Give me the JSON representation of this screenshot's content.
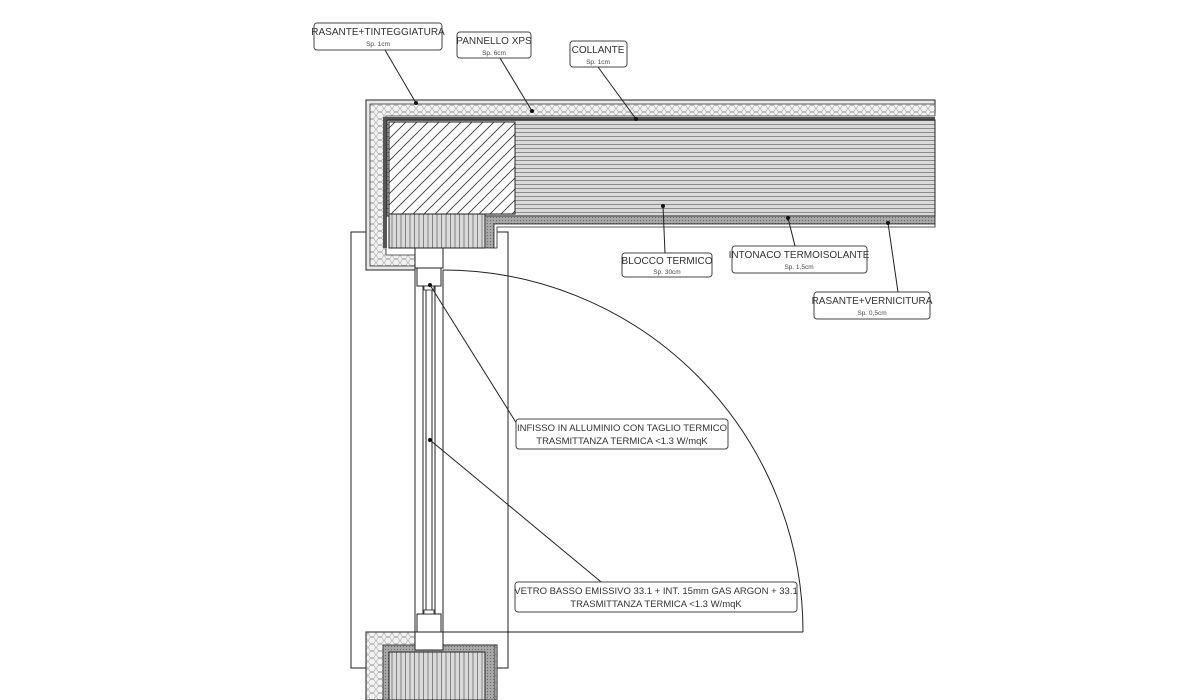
{
  "labels": {
    "rasante_tinteggiatura": {
      "title": "RASANTE+TINTEGGIATURA",
      "sub": "Sp. 1cm"
    },
    "pannello_xps": {
      "title": "PANNELLO XPS",
      "sub": "Sp. 6cm"
    },
    "collante": {
      "title": "COLLANTE",
      "sub": "Sp. 1cm"
    },
    "blocco_termico": {
      "title": "BLOCCO TERMICO",
      "sub": "Sp. 30cm"
    },
    "intonaco_termoisolante": {
      "title": "INTONACO TERMOISOLANTE",
      "sub": "Sp. 1,5cm"
    },
    "rasante_vernicitura": {
      "title": "RASANTE+VERNICITURA",
      "sub": "Sp. 0,5cm"
    },
    "infisso": {
      "line1": "INFISSO IN ALLUMINIO CON TAGLIO TERMICO",
      "line2": "TRASMITTANZA TERMICA <1.3 W/mqK"
    },
    "vetro": {
      "line1": "VETRO BASSO EMISSIVO 33.1 + INT. 15mm GAS ARGON + 33.1",
      "line2": "TRASMITTANZA TERMICA <1.3 W/mqK"
    }
  },
  "colors": {
    "stroke": "#222222",
    "insulation_fill": "#efefef",
    "block_fill": "#d9d9d9",
    "plaster_fill": "#bdbdbd"
  }
}
